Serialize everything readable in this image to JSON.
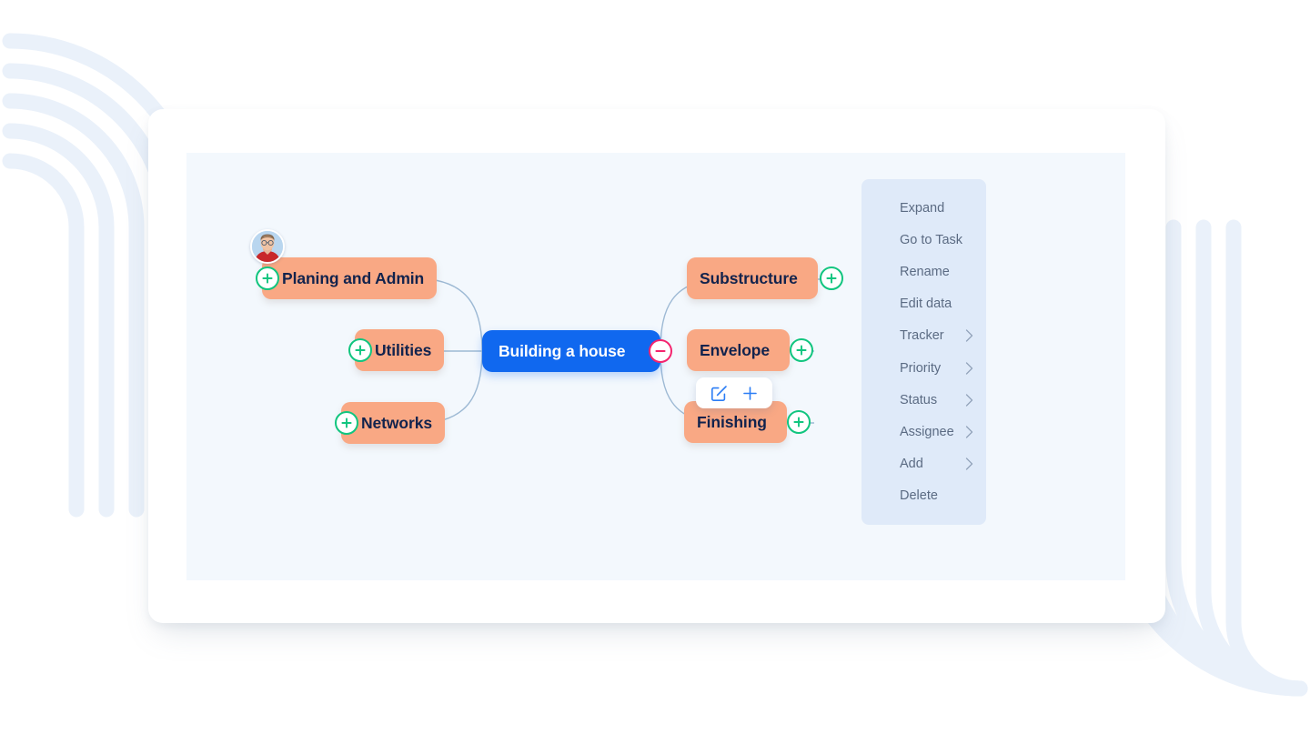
{
  "canvas": {
    "background_color": "#f3f8fd",
    "connector_color": "#9db9d4"
  },
  "mindmap": {
    "root": {
      "label": "Building a house",
      "color": "#1068ef",
      "text_color": "#ffffff",
      "toggle": {
        "icon": "minus-circle-icon",
        "state": "expanded",
        "color": "#f4246e"
      }
    },
    "branch_color": "#f9a884",
    "branch_text_color": "#12234d",
    "toggle_plus_color": "#11c57f",
    "left_nodes": [
      {
        "label": "Planing and Admin",
        "toggle": "plus-circle-icon",
        "has_avatar": true
      },
      {
        "label": "Utilities",
        "toggle": "plus-circle-icon",
        "has_avatar": false
      },
      {
        "label": "Networks",
        "toggle": "plus-circle-icon",
        "has_avatar": false
      }
    ],
    "right_nodes": [
      {
        "label": "Substructure",
        "toggle": "plus-circle-icon",
        "selected": false
      },
      {
        "label": "Envelope",
        "toggle": "plus-circle-icon",
        "selected": false
      },
      {
        "label": "Finishing",
        "toggle": "plus-circle-icon",
        "selected": true
      }
    ]
  },
  "node_toolbar": {
    "buttons": [
      {
        "name": "edit-node-button",
        "icon": "edit-square-icon"
      },
      {
        "name": "add-node-button",
        "icon": "plus-icon"
      }
    ],
    "accent_color": "#2b7df5"
  },
  "context_menu": {
    "background_color": "#dfeaf9",
    "text_color": "#5b6b83",
    "items": [
      {
        "label": "Expand",
        "submenu": false
      },
      {
        "label": "Go to Task",
        "submenu": false
      },
      {
        "label": "Rename",
        "submenu": false
      },
      {
        "label": "Edit data",
        "submenu": false
      },
      {
        "label": "Tracker",
        "submenu": true
      },
      {
        "label": "Priority",
        "submenu": true
      },
      {
        "label": "Status",
        "submenu": true
      },
      {
        "label": "Assignee",
        "submenu": true
      },
      {
        "label": "Add",
        "submenu": true
      },
      {
        "label": "Delete",
        "submenu": false
      }
    ]
  }
}
